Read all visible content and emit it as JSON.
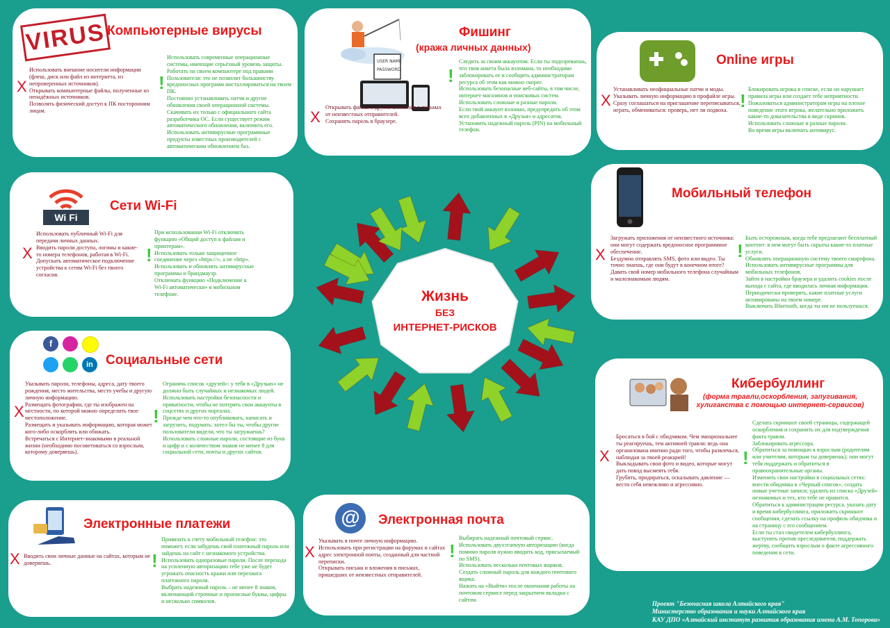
{
  "center": {
    "line1": "Жизнь",
    "line2": "БЕЗ",
    "line3": "ИНТЕРНЕТ-РИСКОВ"
  },
  "colors": {
    "background": "#1a9e8e",
    "title": "#e8191b",
    "dont_text": "#7a0f1e",
    "do_text": "#1f9d2a",
    "arrow_red": "#a3121b",
    "arrow_green": "#8fd22a"
  },
  "virus": {
    "stamp": "VIRUS",
    "title": "Компьютерные вирусы",
    "mark_dont": "X",
    "mark_do": "!",
    "dont": [
      "Использовать внешние носители информации (флеш, диск или файл из интернета, из непроверенных источников).",
      "Открывать компьютерные файлы, полученные из ненадёжных источников.",
      "Позволять физический доступ к ПК посторонним лицам."
    ],
    "do": [
      "Использовать современные операционные системы, имеющие серьёзный уровень защиты.",
      "Работать на своем компьютере под правами Пользователя: это не позволит большинству вредоносных программ инсталлироваться на твоем ПК.",
      "Постоянно устанавливать патчи и другие обновления своей операционной системы. Скачивать их только с официального сайта разработчика ОС. Если существует режим автоматического обновления, включить его.",
      "Использовать антивирусные программные продукты известных производителей с автоматическим обновлением баз."
    ]
  },
  "phishing": {
    "title": "Фишинг",
    "subtitle": "(кража личных данных)",
    "login_label": "USER NAME",
    "password_label": "PASSWORD",
    "mark_dont": "X",
    "mark_do": "!",
    "dont": [
      "Открывать файлы и другие вложения в письмах от неизвестных отправителей.",
      "Сохранять пароль в браузере."
    ],
    "do": [
      "Следить за своим аккаунтом. Если ты подозреваешь, что твоя анкета была взломана, то необходимо заблокировать ее и сообщить администраторам ресурса об этом как можно скорее.",
      "Использовать безопасные веб-сайты, в том числе, интернет-магазинов и поисковых систем.",
      "Использовать сложные и разные пароли.",
      "Если твой аккаунт взломан, предупредить об этом всех добавленных в «Друзья» и адресатов.",
      "Установить надежный пароль (PIN) на мобильный телефон."
    ]
  },
  "games": {
    "title": "Online игры",
    "mark_dont": "X",
    "mark_do": "!",
    "dont": [
      "Устанавливать неофициальные патчи и моды.",
      "Указывать личную информацию в профайле игры.",
      "Сразу соглашаться на приглашение переписываться, играть, обмениваться: проверь, нет ли подвоха."
    ],
    "do": [
      "Блокировать игрока в списке, если он нарушает правила игры или создает тебе неприятности.",
      "Пожаловаться администраторам игры на плохое поведение этого игрока, желательно приложить какие-то доказательства в виде скринов.",
      "Использовать сложные и разные пароли.",
      "Во время игры включать антивирус."
    ]
  },
  "wifi": {
    "title": "Сети Wi-Fi",
    "logo_text": "Wi Fi",
    "mark_dont": "X",
    "mark_do": "!",
    "dont": [
      "Использовать публичный Wi-Fi для передачи личных данных.",
      "Вводить пароли доступа, логины и какие-то номера телефонов, работая в Wi-Fi.",
      "Допускать автоматическое подключение устройства к сетям Wi-Fi без твоего согласия."
    ],
    "do": [
      "При использовании Wi-Fi отключить функцию «Общий доступ к файлам и принтерам».",
      "Использовать только защищенное соединение через «https://», а не «http».",
      "Использовать и обновлять антивирусные программы и брандмауэр.",
      "Отключать функцию «Подключение к Wi-Fi автоматически» в мобильном телефоне."
    ]
  },
  "mobile": {
    "title": "Мобильный телефон",
    "mark_dont": "X",
    "mark_do": "!",
    "dont": [
      "Загружать приложения от неизвестного источника: они могут содержать вредоносное программное обеспечение.",
      "Бездумно отправлять SMS, фото или видео. Ты точно знаешь, где они будут в конечном итоге?",
      "Давать свой номер мобильного телефона случайным и малознакомым людям."
    ],
    "do": [
      "Быть осторожным, когда тебе предлагают бесплатный контент: в нем могут быть скрыты какие-то платные услуги.",
      "Обновлять операционную систему твоего смартфона.",
      "Использовать антивирусные программы для мобильных телефонов.",
      "Зайти в настройки браузера и удалить cookies после выхода с сайта, где вводилась личная информация.",
      "Периодически проверять, какие платные услуги активированы на твоем номере.",
      "Выключать Bluetooth, когда ты им не пользуешься."
    ]
  },
  "social": {
    "title": "Социальные сети",
    "mark_dont": "X",
    "mark_do": "!",
    "dont": [
      "Указывать пароли, телефоны, адреса, дату твоего рождения, место жительства, место учебы и другую личную информацию.",
      "Размещать фотографии, где ты изображен на местности, по которой можно определить твое местоположение.",
      "Размещать и указывать информацию, которая может кого-либо оскорблять или обижать.",
      "Встречаться с Интернет-знакомыми в реальной жизни (необходимо посоветоваться со взрослым, которому доверяешь)."
    ],
    "do": [
      "Ограничь список «друзей»: у тебя в «Друзьях» не должно быть случайных и незнакомых людей.",
      "Использовать настройки безопасности и приватности, чтобы не потерять свои аккаунты в соцсетях и других порталах.",
      "Прежде чем что-то опубликовать, написать и загрузить, подумать: хотел бы ты, чтобы другие пользователи видели, что ты загружаешь?",
      "Использовать сложные пароли, состоящие из букв и цифр и с количеством знаков не менее 8 для социальной сети, почты и других сайтов."
    ]
  },
  "bullying": {
    "title": "Кибербуллинг",
    "subtitle": "(форма травли,оскорбления, запугивания, хулиганства с помощью интернет-сервисов)",
    "mark_dont": "X",
    "mark_do": "!",
    "dont": [
      "Бросаться в бой с обидчиком. Чем эмоциональнее ты реагируешь, тем активней травля: ведь она организована именно ради того, чтобы развлечься, наблюдая за твоей реакцией!",
      "Выкладывать свои фото и видео, которые могут дать повод высмеять тебя.",
      "Грубить, придираться, оскалывать давление — вести себя невежливо и агрессивно."
    ],
    "do": [
      "Сделать скриншот своей страницы, содержащей оскорбления и сохранить их для подтверждения факта травли.",
      "Заблокировать агрессора.",
      "Обратиться за помощью к взрослым (родителям или учителям, которым ты доверяешь); они могут тебя поддержать и обратиться в правоохранительные органы.",
      "Изменить свои настройки в социальных сетях: внести обидчика в «Черный список», создать новые учетные записи; удалить из списка «Друзей» незнакомых и тех, кто тебе не нравится.",
      "Обратиться к администрации ресурса, указать дату и время кибербуллинга, приложить скриншот сообщения, сделать ссылку на профиль обидчика и на страницу с его сообщением.",
      "Если ты стал свидетелем кибербуллинга, выступить против преследователя, поддержать жертву, сообщить взрослым о факте агрессивного поведения в сети."
    ]
  },
  "payments": {
    "title": "Электронные платежи",
    "mark_dont": "X",
    "mark_do": "!",
    "dont": [
      "Вводить свои личные данные на сайтах, которым не доверяешь."
    ],
    "do": [
      "Привязать к счету мобильный телефон: это поможет, если забудешь свой платежный пароль или зайдешь на сайт с незнакомого устройства.",
      "Использовать одноразовые пароли. После перехода на усиленную авторизацию тебе уже не будет угрожать опасность кражи или перехвата платежного пароля.",
      "Выбрать надежный пароль – не менее 8 знаков, включающий строчные и прописные буквы, цифры и несколько символов."
    ]
  },
  "email": {
    "title": "Электронная почта",
    "icon_glyph": "@",
    "mark_dont": "X",
    "mark_do": "!",
    "dont": [
      "Указывать в почте личную информацию.",
      "Использовать при регистрации на форумах и сайтах адрес электронной почты, созданный для частной переписки.",
      "Открывать письма и вложения в письмах, пришедших от неизвестных отправителей."
    ],
    "do": [
      "Выбирать надежный почтовый сервис.",
      "Использовать двухэтапную авторизацию (когда помимо пароля нужно вводить код, присылаемый по SMS).",
      "Использовать несколько почтовых ящиков.",
      "Создать сложный пароль для каждого почтового ящика.",
      "Нажать на «Выйти» после окончания работы на почтовом сервисе перед закрытием вкладки с сайтом."
    ]
  },
  "footer": {
    "line1": "Проект \"Безопасная школа Алтайского края\"",
    "line2": "Министерство образования и науки Алтайского края",
    "line3": "КАУ ДПО «Алтайский институт развития образования имени А.М. Топорова»"
  }
}
